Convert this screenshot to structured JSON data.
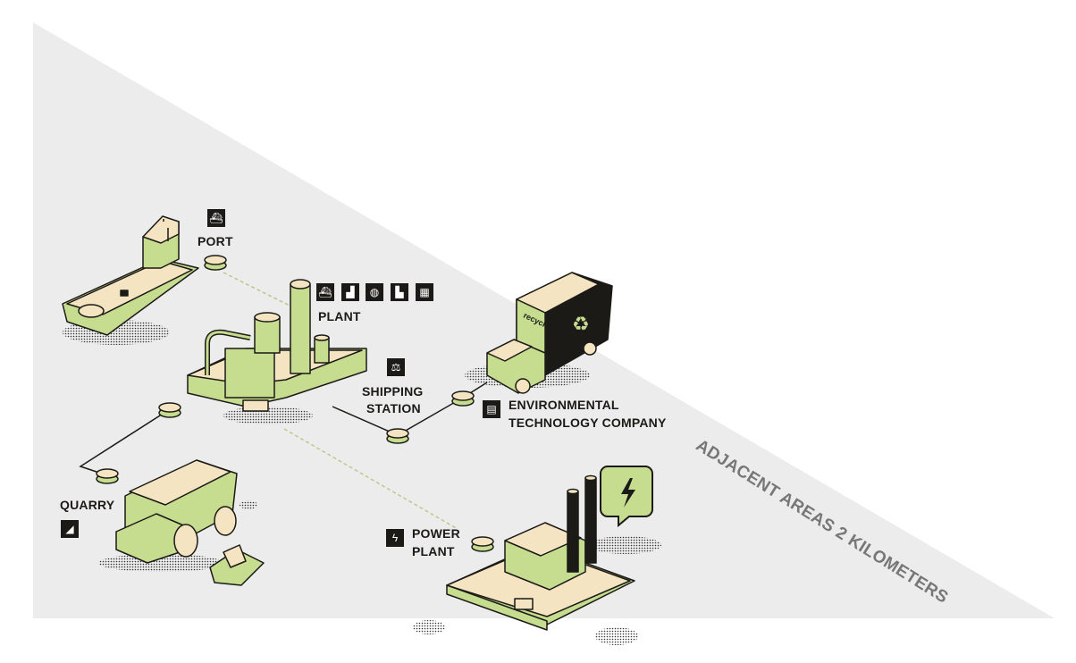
{
  "labels": {
    "port": "PORT",
    "plant": "PLANT",
    "shipping_line1": "SHIPPING",
    "shipping_line2": "STATION",
    "env_line1": "ENVIRONMENTAL",
    "env_line2": "TECHNOLOGY COMPANY",
    "quarry": "QUARRY",
    "power_line1": "POWER",
    "power_line2": "PLANT",
    "area": "ADJACENT AREAS 2 KILOMETERS",
    "truck_text": "recycle"
  },
  "icons": {
    "port": "ship-icon",
    "plant": [
      "ship-icon",
      "factory-icon",
      "mixer-truck-icon",
      "industry-icon",
      "building-icon"
    ],
    "shipping": "scale-icon",
    "env": "office-icon",
    "quarry": "stairs-icon",
    "power": "lightning-icon"
  },
  "colors": {
    "green": "#c6dc8f",
    "cream": "#f4e4c1",
    "dark": "#1b1a17",
    "area": "#ececec",
    "dash": "#b9c98a"
  }
}
